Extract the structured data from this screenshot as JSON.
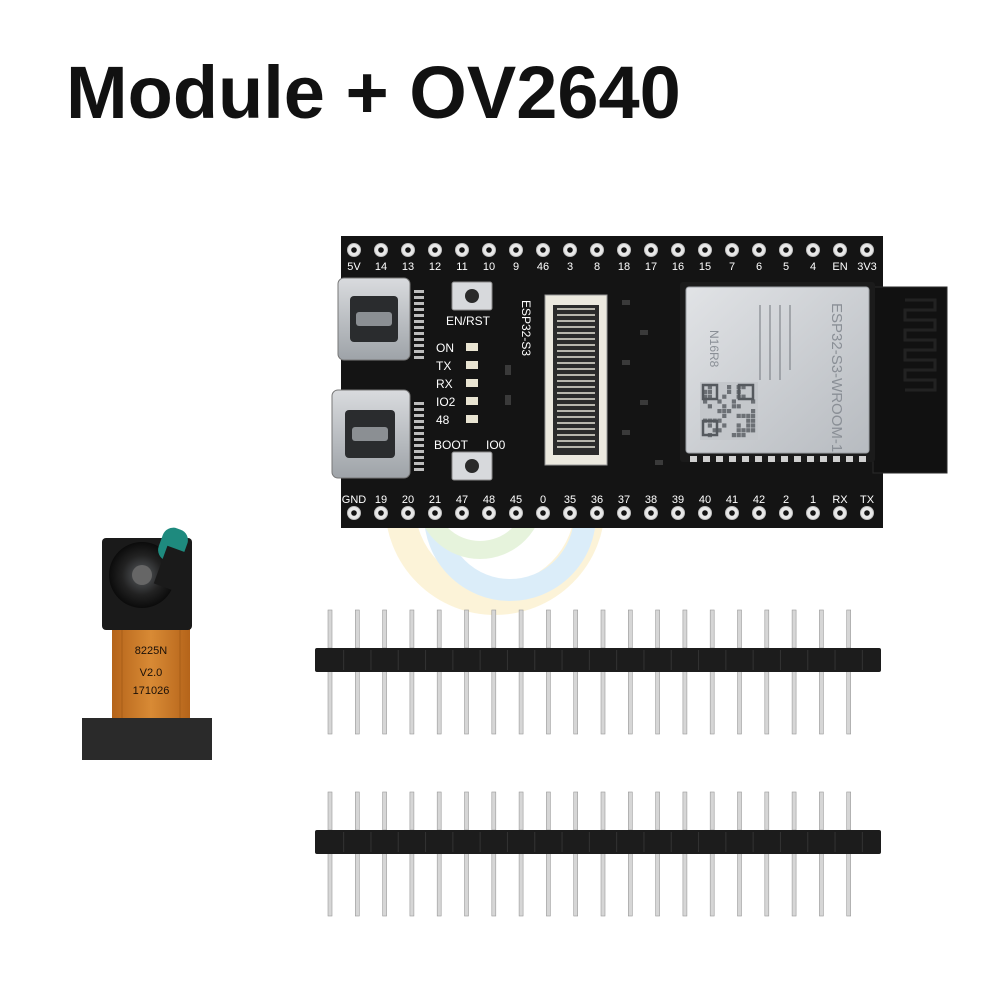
{
  "title": "Module + OV2640",
  "board": {
    "chip_label": "ESP32-S3",
    "module_label": "ESP32-S3-WROOM-1",
    "module_small_text": "N16R8",
    "reset_label": "EN/RST",
    "boot_label": "BOOT",
    "io0_label": "IO0",
    "led_labels": [
      "ON",
      "TX",
      "RX",
      "IO2",
      "48"
    ],
    "top_pins": [
      "5V",
      "14",
      "13",
      "12",
      "11",
      "10",
      "9",
      "46",
      "3",
      "8",
      "18",
      "17",
      "16",
      "15",
      "7",
      "6",
      "5",
      "4",
      "EN",
      "3V3"
    ],
    "bottom_pins": [
      "GND",
      "19",
      "20",
      "21",
      "47",
      "48",
      "45",
      "0",
      "35",
      "36",
      "37",
      "38",
      "39",
      "40",
      "41",
      "42",
      "2",
      "1",
      "RX",
      "TX"
    ]
  },
  "camera": {
    "flex_text": [
      "8225N",
      "V2.0",
      "171026"
    ]
  },
  "headers": {
    "pin_count": 20
  },
  "colors": {
    "pcb": "#141414",
    "silkscreen": "#ffffff",
    "module_shield": "#c9ccd0",
    "flex_cable": "#c8731f",
    "lens_cap": "#1e8a7e"
  }
}
